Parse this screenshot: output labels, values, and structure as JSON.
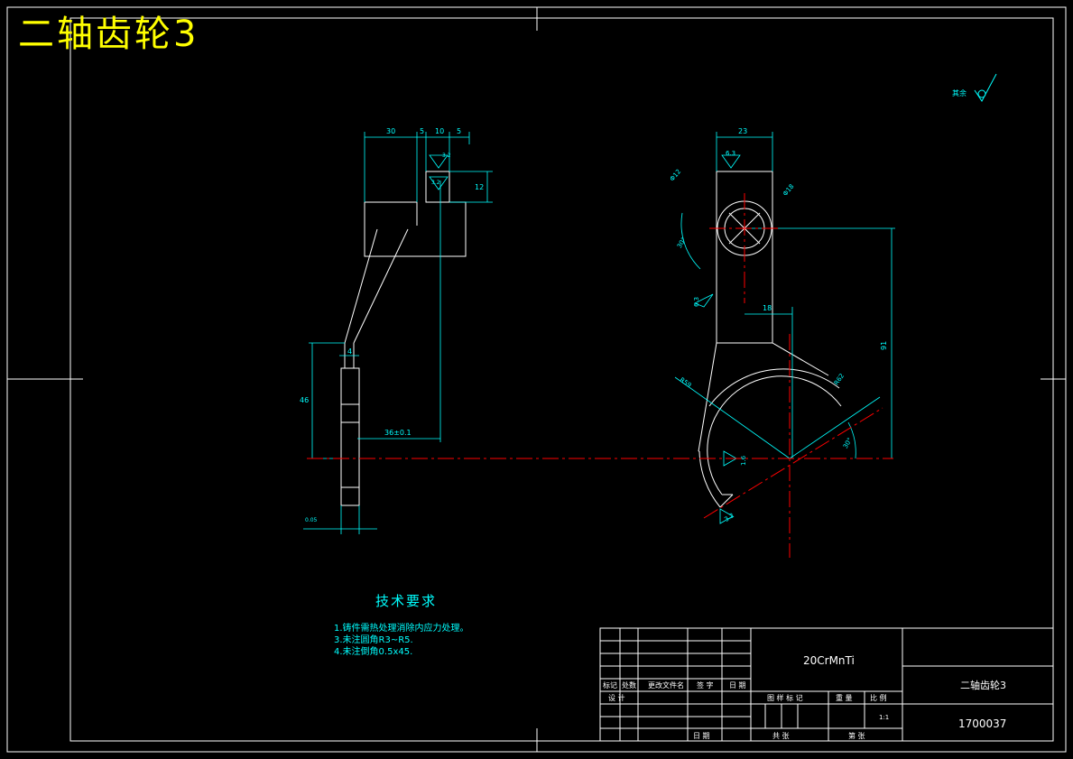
{
  "title": "二轴齿轮3",
  "surface_symbol": {
    "label": "其余"
  },
  "dimensions": {
    "side_top": [
      "30",
      "5",
      "10",
      "5"
    ],
    "side_depth": "12",
    "side_roughness_a": "3.2",
    "side_roughness_b": "3.2",
    "side_hub_width": "4",
    "side_height": "46",
    "side_horizontal": "36±0.1",
    "side_bottom_fit": "0.05",
    "front_top_width": "23",
    "front_roughness_top": "6.3",
    "front_roughness_mid": "6.3",
    "front_roughness_low_a": "1.6",
    "front_roughness_low_b": "3.2",
    "front_hole_fit": "Φ12",
    "front_bore": "Φ18",
    "front_angle": "30°",
    "front_offset": "18",
    "front_height": "91",
    "front_arc_r1": "R59",
    "front_arc_r2": "R62",
    "front_angle_low": "30°"
  },
  "tech_requirements": {
    "title": "技术要求",
    "lines": [
      "1.铸件需热处理消除内应力处理。",
      "3.未注圆角R3~R5.",
      "4.未注倒角0.5x45."
    ]
  },
  "title_block": {
    "material": "20CrMnTi",
    "part_name": "二轴齿轮3",
    "drawing_number": "1700037",
    "headers": [
      "标记",
      "处数",
      "更改文件名",
      "签 字",
      "日 期"
    ],
    "design_label": "设 计",
    "date_label": "日 期",
    "stage_label": "图 样 标 记",
    "weight_label": "重 量",
    "scale_label": "比 例",
    "scale_value": "1:1",
    "total_label": "共 张",
    "sheet_label": "第 张"
  }
}
